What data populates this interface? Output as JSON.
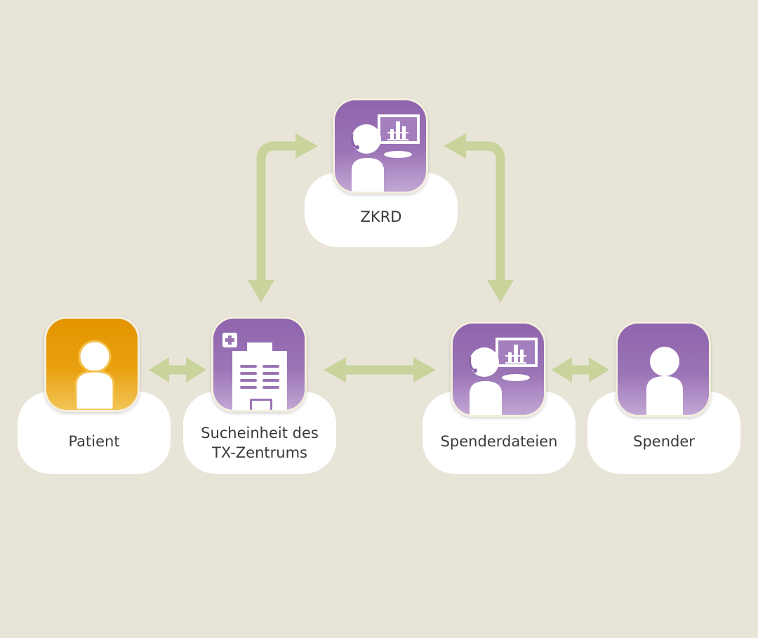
{
  "colors": {
    "background": "#e8e5d8",
    "arrow": "#c9d39c",
    "node_purple": "#9b74b6",
    "node_orange": "#e99f0e",
    "card": "#ffffff"
  },
  "nodes": {
    "zkrd": {
      "label": "ZKRD",
      "icon": "operator-with-chart-icon"
    },
    "patient": {
      "label": "Patient",
      "icon": "person-icon"
    },
    "search_unit": {
      "label_line1": "Sucheinheit des",
      "label_line2": "TX-Zentrums",
      "icon": "hospital-building-icon"
    },
    "donor_registries": {
      "label": "Spenderdateien",
      "icon": "operator-with-chart-icon"
    },
    "donor": {
      "label": "Spender",
      "icon": "person-icon"
    }
  }
}
